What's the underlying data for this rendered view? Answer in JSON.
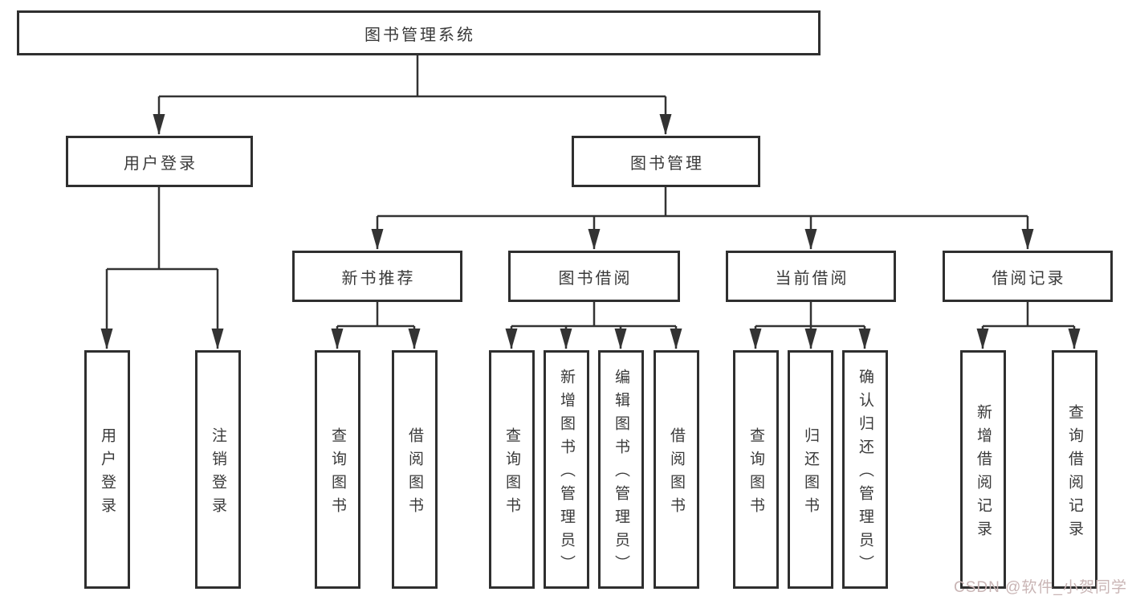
{
  "diagram": {
    "root": {
      "label": "图书管理系统"
    },
    "branches": [
      {
        "label": "用户登录",
        "children": [
          {
            "label": "用户登录"
          },
          {
            "label": "注销登录"
          }
        ]
      },
      {
        "label": "图书管理",
        "children": [
          {
            "label": "新书推荐",
            "children": [
              {
                "label": "查询图书"
              },
              {
                "label": "借阅图书"
              }
            ]
          },
          {
            "label": "图书借阅",
            "children": [
              {
                "label": "查询图书"
              },
              {
                "label": "新增图书（管理员）"
              },
              {
                "label": "编辑图书（管理员）"
              },
              {
                "label": "借阅图书"
              }
            ]
          },
          {
            "label": "当前借阅",
            "children": [
              {
                "label": "查询图书"
              },
              {
                "label": "归还图书"
              },
              {
                "label": "确认归还（管理员）"
              }
            ]
          },
          {
            "label": "借阅记录",
            "children": [
              {
                "label": "新增借阅记录"
              },
              {
                "label": "查询借阅记录"
              }
            ]
          }
        ]
      }
    ]
  },
  "watermark": {
    "text": "CSDN @软件_小贺同学"
  },
  "colors": {
    "line": "#333333",
    "box_border": "#2f2f2f",
    "text": "#3a3a3a",
    "background": "#ffffff",
    "watermark": "#c9b5b5"
  }
}
